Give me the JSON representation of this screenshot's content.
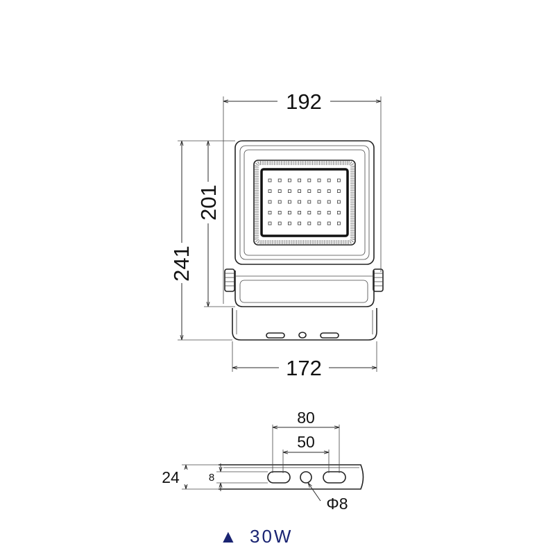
{
  "dimensions": {
    "total_width": "192",
    "total_height": "241",
    "head_height": "201",
    "bracket_width": "172",
    "hole_spacing_outer": "80",
    "hole_spacing_inner": "50",
    "bracket_height": "24",
    "slot_height": "8",
    "hole_diameter": "Φ8"
  },
  "model": {
    "marker": "▲",
    "power": "30W"
  },
  "colors": {
    "line": "#222222",
    "label": "#1a2472"
  }
}
